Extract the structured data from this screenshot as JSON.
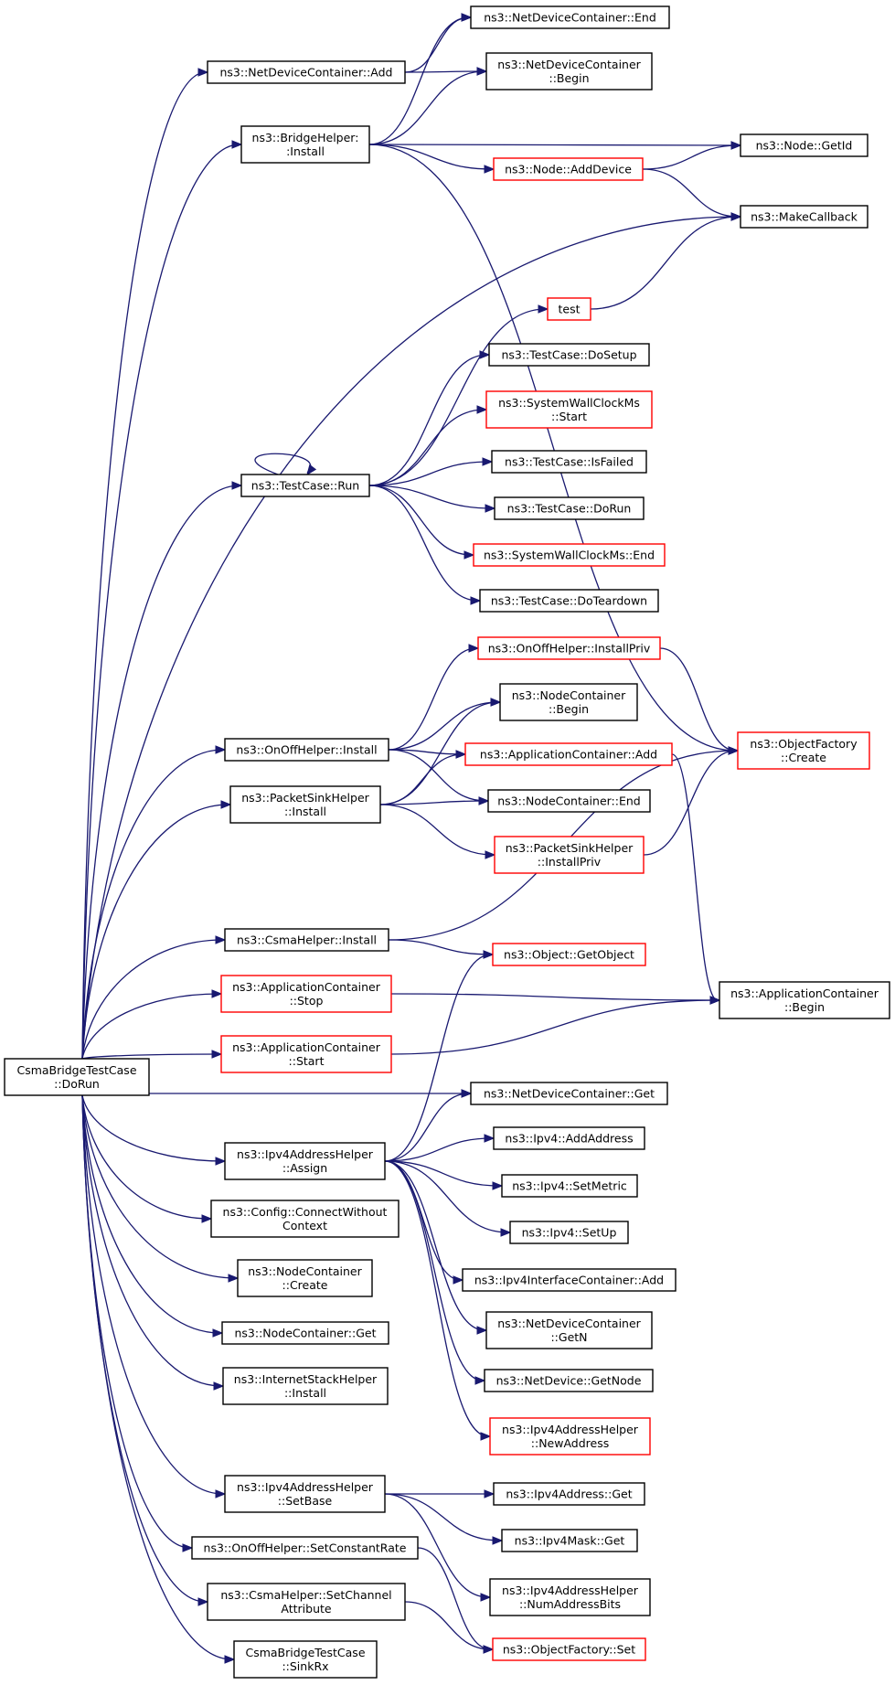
{
  "diagram": {
    "colors": {
      "edge": "#191970",
      "node_border": "#000000",
      "node_border_incomplete": "#ff0000",
      "root_fill": "#bfbfbf",
      "node_fill": "#ffffff"
    },
    "nodes": [
      {
        "id": "root",
        "lines": [
          "CsmaBridgeTestCase",
          "::DoRun"
        ],
        "root": true
      },
      {
        "id": "ndc_add",
        "lines": [
          "ns3::NetDeviceContainer::Add"
        ]
      },
      {
        "id": "bridge_install",
        "lines": [
          "ns3::BridgeHelper:",
          ":Install"
        ]
      },
      {
        "id": "ndc_end",
        "lines": [
          "ns3::NetDeviceContainer::End"
        ]
      },
      {
        "id": "ndc_begin",
        "lines": [
          "ns3::NetDeviceContainer",
          "::Begin"
        ]
      },
      {
        "id": "node_adddevice",
        "lines": [
          "ns3::Node::AddDevice"
        ],
        "incomplete": true
      },
      {
        "id": "node_getid",
        "lines": [
          "ns3::Node::GetId"
        ]
      },
      {
        "id": "makecallback",
        "lines": [
          "ns3::MakeCallback"
        ]
      },
      {
        "id": "test",
        "lines": [
          "test"
        ],
        "incomplete": true
      },
      {
        "id": "tc_run",
        "lines": [
          "ns3::TestCase::Run"
        ]
      },
      {
        "id": "tc_dosetup",
        "lines": [
          "ns3::TestCase::DoSetup"
        ]
      },
      {
        "id": "swc_start",
        "lines": [
          "ns3::SystemWallClockMs",
          "::Start"
        ],
        "incomplete": true
      },
      {
        "id": "tc_isfailed",
        "lines": [
          "ns3::TestCase::IsFailed"
        ]
      },
      {
        "id": "tc_dorun",
        "lines": [
          "ns3::TestCase::DoRun"
        ]
      },
      {
        "id": "swc_end",
        "lines": [
          "ns3::SystemWallClockMs::End"
        ],
        "incomplete": true
      },
      {
        "id": "tc_doteardown",
        "lines": [
          "ns3::TestCase::DoTeardown"
        ]
      },
      {
        "id": "onoff_installpriv",
        "lines": [
          "ns3::OnOffHelper::InstallPriv"
        ],
        "incomplete": true
      },
      {
        "id": "onoff_install",
        "lines": [
          "ns3::OnOffHelper::Install"
        ]
      },
      {
        "id": "nc_begin",
        "lines": [
          "ns3::NodeContainer",
          "::Begin"
        ]
      },
      {
        "id": "ac_add",
        "lines": [
          "ns3::ApplicationContainer::Add"
        ],
        "incomplete": true
      },
      {
        "id": "of_create",
        "lines": [
          "ns3::ObjectFactory",
          "::Create"
        ],
        "incomplete": true
      },
      {
        "id": "psh_install",
        "lines": [
          "ns3::PacketSinkHelper",
          "::Install"
        ]
      },
      {
        "id": "nc_end",
        "lines": [
          "ns3::NodeContainer::End"
        ]
      },
      {
        "id": "psh_installpriv",
        "lines": [
          "ns3::PacketSinkHelper",
          "::InstallPriv"
        ],
        "incomplete": true
      },
      {
        "id": "csma_install",
        "lines": [
          "ns3::CsmaHelper::Install"
        ]
      },
      {
        "id": "obj_getobject",
        "lines": [
          "ns3::Object::GetObject"
        ],
        "incomplete": true
      },
      {
        "id": "ac_stop",
        "lines": [
          "ns3::ApplicationContainer",
          "::Stop"
        ],
        "incomplete": true
      },
      {
        "id": "ac_begin",
        "lines": [
          "ns3::ApplicationContainer",
          "::Begin"
        ]
      },
      {
        "id": "ac_start",
        "lines": [
          "ns3::ApplicationContainer",
          "::Start"
        ],
        "incomplete": true
      },
      {
        "id": "ndc_get",
        "lines": [
          "ns3::NetDeviceContainer::Get"
        ]
      },
      {
        "id": "ipv4ah_assign",
        "lines": [
          "ns3::Ipv4AddressHelper",
          "::Assign"
        ]
      },
      {
        "id": "ipv4_addaddress",
        "lines": [
          "ns3::Ipv4::AddAddress"
        ]
      },
      {
        "id": "ipv4_setmetric",
        "lines": [
          "ns3::Ipv4::SetMetric"
        ]
      },
      {
        "id": "ipv4_setup",
        "lines": [
          "ns3::Ipv4::SetUp"
        ]
      },
      {
        "id": "config_connect",
        "lines": [
          "ns3::Config::ConnectWithout",
          "Context"
        ]
      },
      {
        "id": "ipv4ic_add",
        "lines": [
          "ns3::Ipv4InterfaceContainer::Add"
        ]
      },
      {
        "id": "nc_create",
        "lines": [
          "ns3::NodeContainer",
          "::Create"
        ]
      },
      {
        "id": "ndc_getn",
        "lines": [
          "ns3::NetDeviceContainer",
          "::GetN"
        ]
      },
      {
        "id": "nc_get",
        "lines": [
          "ns3::NodeContainer::Get"
        ]
      },
      {
        "id": "netdevice_getnode",
        "lines": [
          "ns3::NetDevice::GetNode"
        ]
      },
      {
        "id": "ish_install",
        "lines": [
          "ns3::InternetStackHelper",
          "::Install"
        ]
      },
      {
        "id": "ipv4ah_newaddress",
        "lines": [
          "ns3::Ipv4AddressHelper",
          "::NewAddress"
        ],
        "incomplete": true
      },
      {
        "id": "ipv4ah_setbase",
        "lines": [
          "ns3::Ipv4AddressHelper",
          "::SetBase"
        ]
      },
      {
        "id": "ipv4addr_get",
        "lines": [
          "ns3::Ipv4Address::Get"
        ]
      },
      {
        "id": "onoff_setconstantrate",
        "lines": [
          "ns3::OnOffHelper::SetConstantRate"
        ]
      },
      {
        "id": "ipv4mask_get",
        "lines": [
          "ns3::Ipv4Mask::Get"
        ]
      },
      {
        "id": "csma_setchannelattribute",
        "lines": [
          "ns3::CsmaHelper::SetChannel",
          "Attribute"
        ]
      },
      {
        "id": "ipv4ah_numaddressbits",
        "lines": [
          "ns3::Ipv4AddressHelper",
          "::NumAddressBits"
        ]
      },
      {
        "id": "of_set",
        "lines": [
          "ns3::ObjectFactory::Set"
        ],
        "incomplete": true
      },
      {
        "id": "csmabtc_sinkrx",
        "lines": [
          "CsmaBridgeTestCase",
          "::SinkRx"
        ]
      }
    ],
    "edges": [
      [
        "root",
        "ndc_add"
      ],
      [
        "root",
        "bridge_install"
      ],
      [
        "root",
        "makecallback"
      ],
      [
        "root",
        "tc_run"
      ],
      [
        "root",
        "onoff_install"
      ],
      [
        "root",
        "psh_install"
      ],
      [
        "root",
        "csma_install"
      ],
      [
        "root",
        "ac_stop"
      ],
      [
        "root",
        "ac_start"
      ],
      [
        "root",
        "ndc_get"
      ],
      [
        "root",
        "ipv4ah_assign"
      ],
      [
        "root",
        "config_connect"
      ],
      [
        "root",
        "nc_create"
      ],
      [
        "root",
        "nc_get"
      ],
      [
        "root",
        "ish_install"
      ],
      [
        "root",
        "ipv4ah_setbase"
      ],
      [
        "root",
        "onoff_setconstantrate"
      ],
      [
        "root",
        "csma_setchannelattribute"
      ],
      [
        "root",
        "csmabtc_sinkrx"
      ],
      [
        "ndc_add",
        "ndc_end"
      ],
      [
        "ndc_add",
        "ndc_begin"
      ],
      [
        "bridge_install",
        "ndc_end"
      ],
      [
        "bridge_install",
        "ndc_begin"
      ],
      [
        "bridge_install",
        "node_getid"
      ],
      [
        "bridge_install",
        "node_adddevice"
      ],
      [
        "bridge_install",
        "of_create"
      ],
      [
        "node_adddevice",
        "node_getid"
      ],
      [
        "node_adddevice",
        "makecallback"
      ],
      [
        "test",
        "makecallback"
      ],
      [
        "tc_run",
        "test"
      ],
      [
        "tc_run",
        "tc_dosetup"
      ],
      [
        "tc_run",
        "swc_start"
      ],
      [
        "tc_run",
        "tc_run"
      ],
      [
        "tc_run",
        "tc_isfailed"
      ],
      [
        "tc_run",
        "tc_dorun"
      ],
      [
        "tc_run",
        "swc_end"
      ],
      [
        "tc_run",
        "tc_doteardown"
      ],
      [
        "onoff_install",
        "onoff_installpriv"
      ],
      [
        "onoff_install",
        "nc_begin"
      ],
      [
        "onoff_install",
        "ac_add"
      ],
      [
        "onoff_install",
        "nc_end"
      ],
      [
        "onoff_installpriv",
        "of_create"
      ],
      [
        "psh_install",
        "nc_begin"
      ],
      [
        "psh_install",
        "ac_add"
      ],
      [
        "psh_install",
        "nc_end"
      ],
      [
        "psh_install",
        "psh_installpriv"
      ],
      [
        "psh_installpriv",
        "of_create"
      ],
      [
        "ac_add",
        "ac_begin"
      ],
      [
        "csma_install",
        "of_create"
      ],
      [
        "csma_install",
        "obj_getobject"
      ],
      [
        "ac_stop",
        "ac_begin"
      ],
      [
        "ac_start",
        "ac_begin"
      ],
      [
        "ipv4ah_assign",
        "obj_getobject"
      ],
      [
        "ipv4ah_assign",
        "ndc_get"
      ],
      [
        "ipv4ah_assign",
        "ipv4_addaddress"
      ],
      [
        "ipv4ah_assign",
        "ipv4_setmetric"
      ],
      [
        "ipv4ah_assign",
        "ipv4_setup"
      ],
      [
        "ipv4ah_assign",
        "ipv4ic_add"
      ],
      [
        "ipv4ah_assign",
        "ndc_getn"
      ],
      [
        "ipv4ah_assign",
        "netdevice_getnode"
      ],
      [
        "ipv4ah_assign",
        "ipv4ah_newaddress"
      ],
      [
        "ipv4ah_setbase",
        "ipv4addr_get"
      ],
      [
        "ipv4ah_setbase",
        "ipv4mask_get"
      ],
      [
        "ipv4ah_setbase",
        "ipv4ah_numaddressbits"
      ],
      [
        "onoff_setconstantrate",
        "of_set"
      ],
      [
        "csma_setchannelattribute",
        "of_set"
      ]
    ]
  }
}
